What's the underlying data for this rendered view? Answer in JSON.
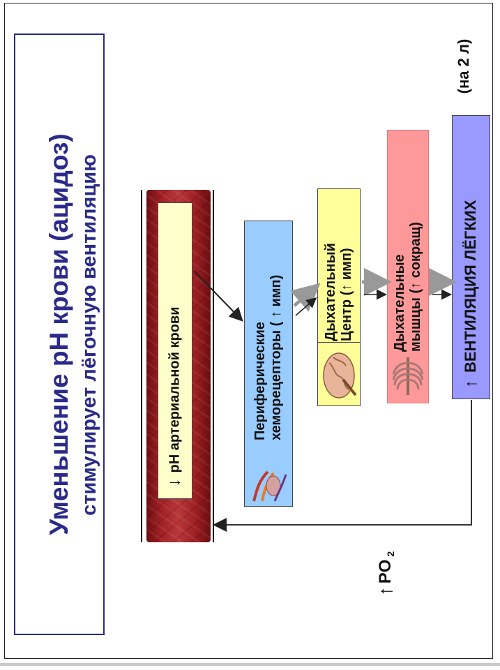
{
  "title": {
    "line1": "Уменьшение pH крови (ацидоз)",
    "line2": "стимулирует лёгочную вентиляцию"
  },
  "note": "(на 2 л)",
  "nodes": {
    "blood_ph": {
      "arrow": "↓",
      "text": "pH артериальной крови"
    },
    "chemoreceptors": {
      "line1": "Периферические",
      "line2": "хеморецепторы ( ↑ имп)"
    },
    "resp_center": {
      "line1": "Дыхательный",
      "line2": "Центр (↑ имп)"
    },
    "resp_muscles": {
      "line1": "Дыхательные",
      "line2": "мышцы (↑ сокращ)"
    },
    "ventilation": {
      "arrow": "↑",
      "text": "ВЕНТИЛЯЦИЯ ЛЁГКИХ"
    }
  },
  "po2": {
    "arrow": "↑",
    "text": "PO",
    "sub": "2"
  },
  "colors": {
    "title": "#2a2a8a",
    "blood_box": "#ffffcc",
    "chemo_box": "#99ccff",
    "center_box": "#ffff99",
    "muscles_box": "#ff9999",
    "ventilation_box": "#9999ff",
    "vessel": "#a02024"
  }
}
